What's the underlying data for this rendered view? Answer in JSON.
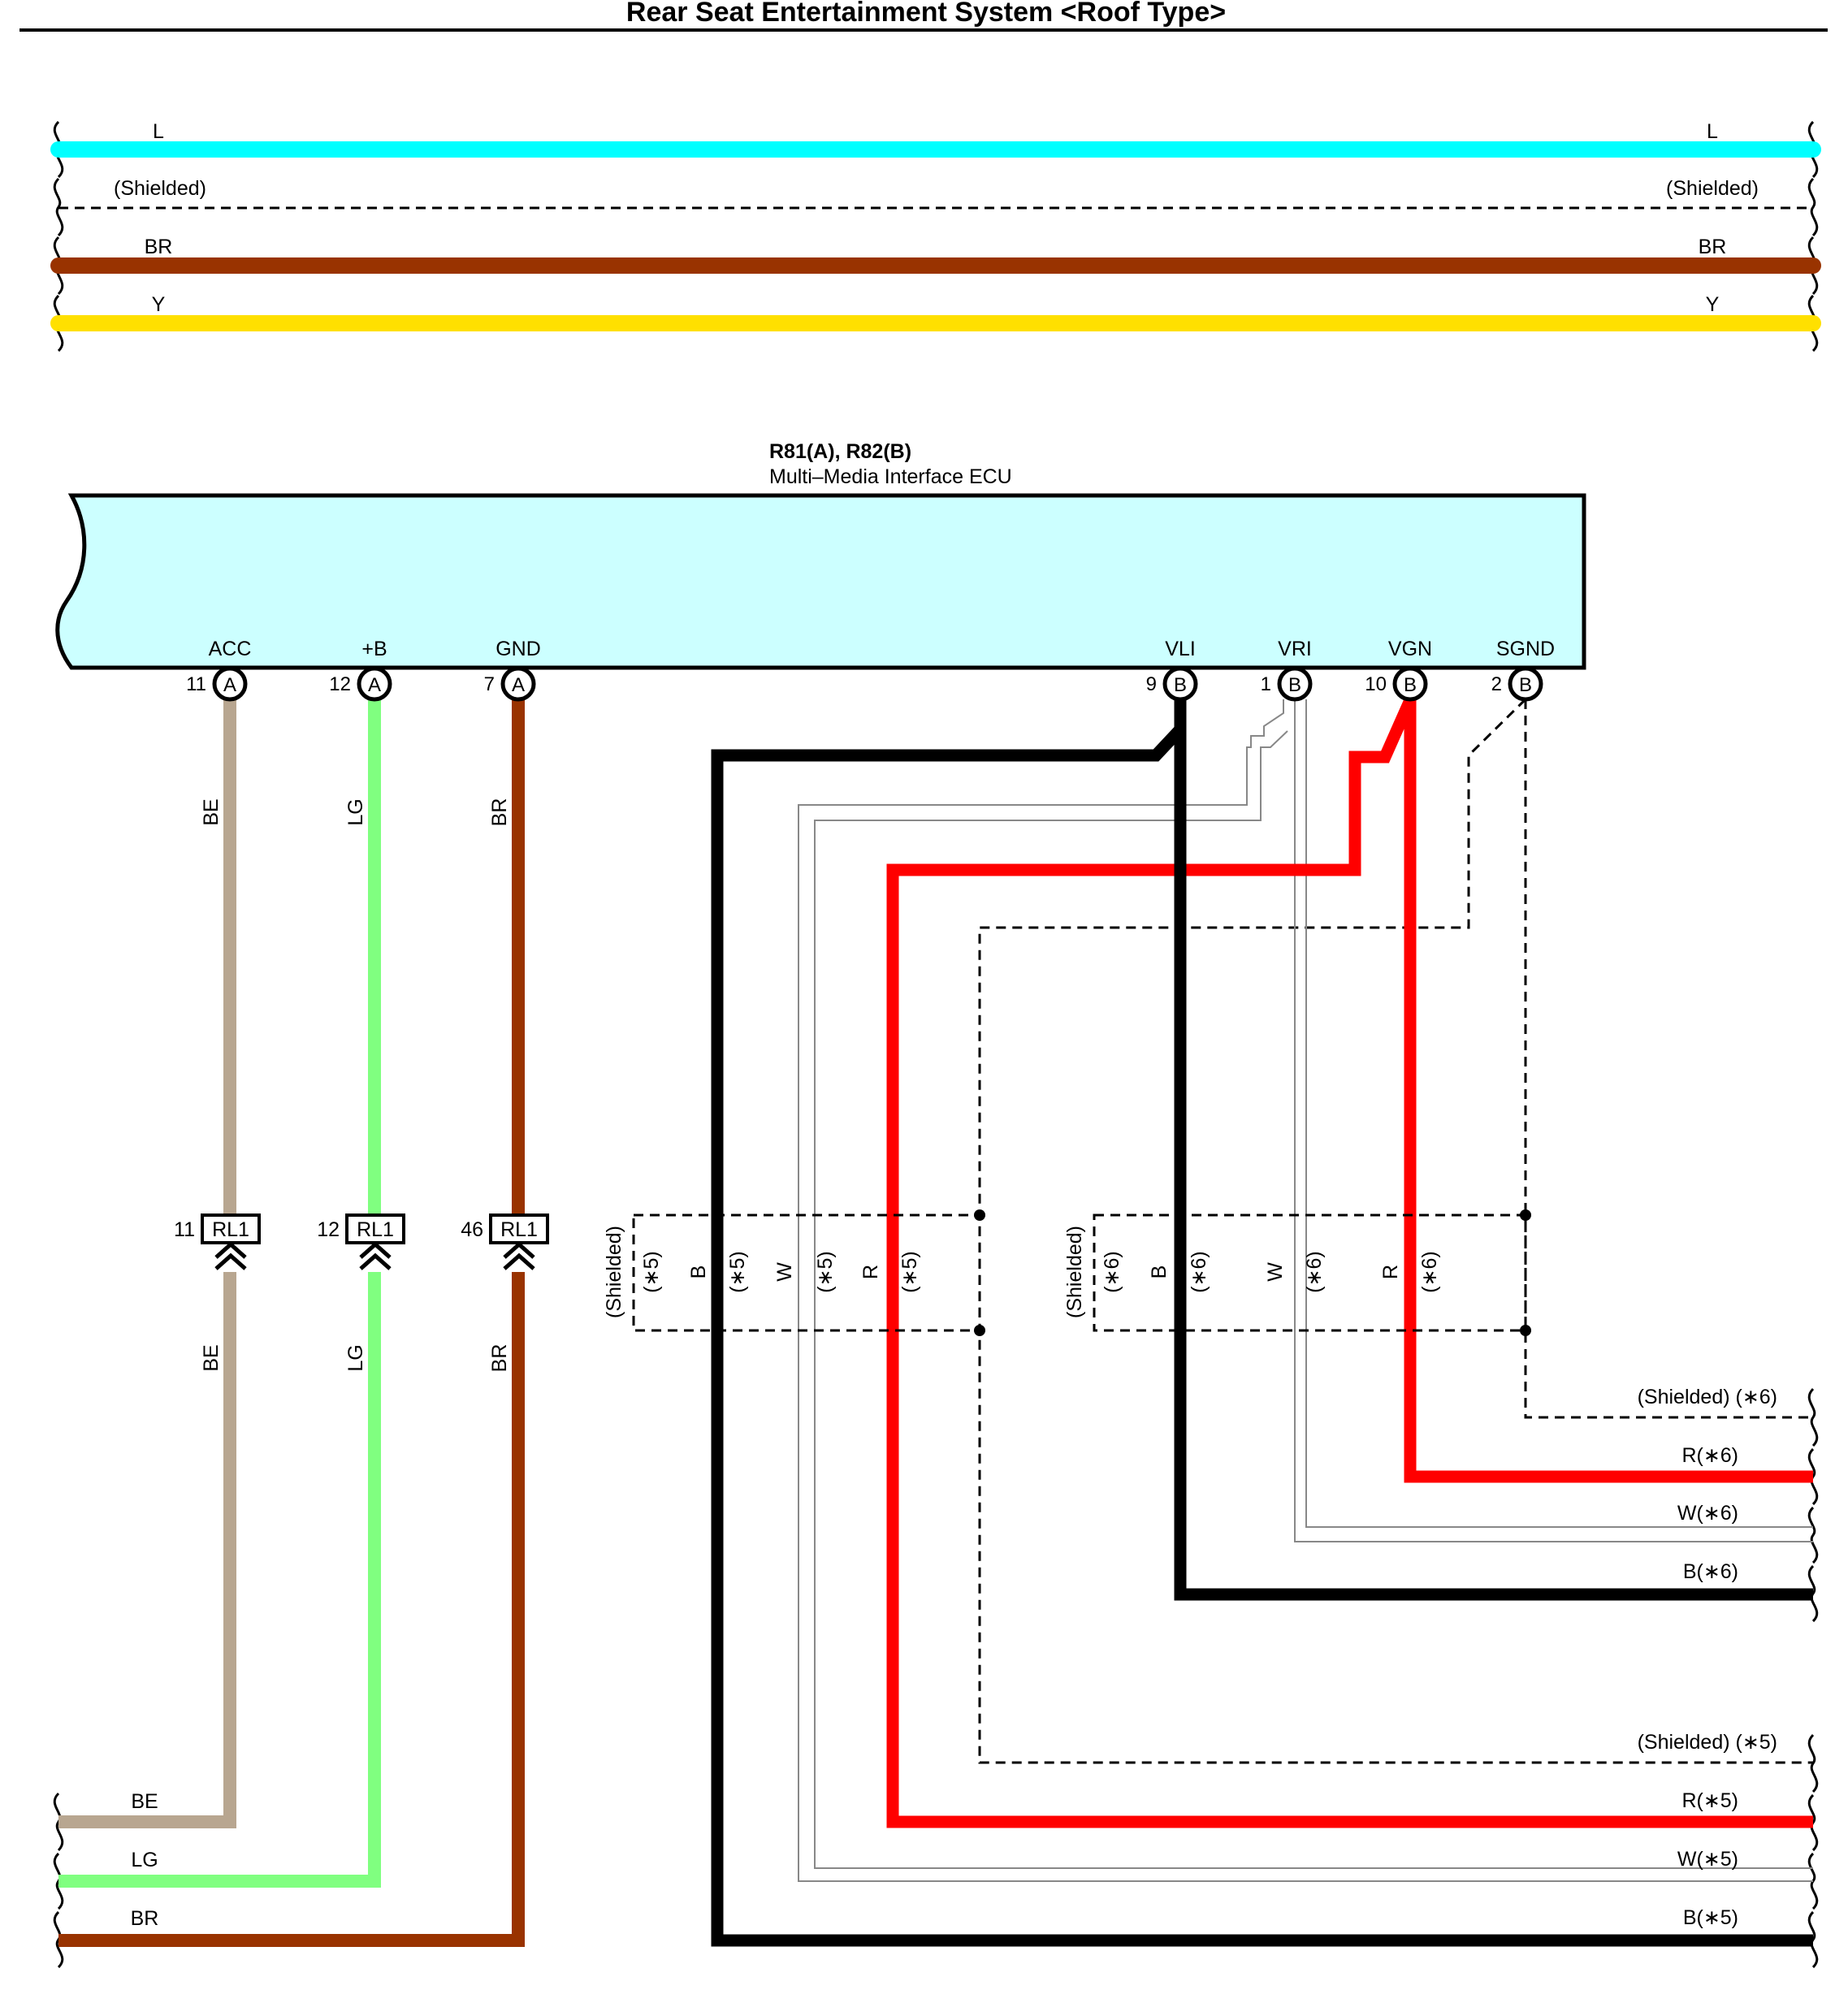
{
  "title": "Rear Seat Entertainment System <Roof Type>",
  "ecu": {
    "connectors": "R81(A), R82(B)",
    "name": "Multi–Media Interface ECU",
    "fill": "#ccffff"
  },
  "top_wires": [
    {
      "label": "L",
      "color": "#00ffff"
    },
    {
      "label": "(Shielded)",
      "color": "#000000"
    },
    {
      "label": "BR",
      "color": "#993300"
    },
    {
      "label": "Y",
      "color": "#ffe000"
    }
  ],
  "pins": [
    {
      "name": "ACC",
      "number": "11",
      "connector": "A"
    },
    {
      "name": "+B",
      "number": "12",
      "connector": "A"
    },
    {
      "name": "GND",
      "number": "7",
      "connector": "A"
    },
    {
      "name": "VLI",
      "number": "9",
      "connector": "B"
    },
    {
      "name": "VRI",
      "number": "1",
      "connector": "B"
    },
    {
      "name": "VGN",
      "number": "10",
      "connector": "B"
    },
    {
      "name": "SGND",
      "number": "2",
      "connector": "B"
    }
  ],
  "power_wires": [
    {
      "code": "BE",
      "color": "#b8a690",
      "junction": {
        "number": "11",
        "id": "RL1"
      }
    },
    {
      "code": "LG",
      "color": "#80ff80",
      "junction": {
        "number": "12",
        "id": "RL1"
      }
    },
    {
      "code": "BR",
      "color": "#993300",
      "junction": {
        "number": "46",
        "id": "RL1"
      }
    }
  ],
  "shield_groups": [
    {
      "labels": [
        "(Shielded)",
        "(∗5)",
        "B",
        "(∗5)",
        "W",
        "(∗5)",
        "R",
        "(∗5)"
      ]
    },
    {
      "labels": [
        "(Shielded)",
        "(∗6)",
        "B",
        "(∗6)",
        "W",
        "(∗6)",
        "R",
        "(∗6)"
      ]
    }
  ],
  "right_exits": [
    "(Shielded) (∗6)",
    "R(∗6)",
    "W(∗6)",
    "B(∗6)",
    "(Shielded) (∗5)",
    "R(∗5)",
    "W(∗5)",
    "B(∗5)"
  ],
  "bottom_exits": [
    "BE",
    "LG",
    "BR"
  ],
  "colors": {
    "black": "#000000",
    "red": "#ff0000",
    "white_wire": "#888888",
    "beige": "#b8a690",
    "light_green": "#80ff80",
    "brown": "#993300"
  }
}
